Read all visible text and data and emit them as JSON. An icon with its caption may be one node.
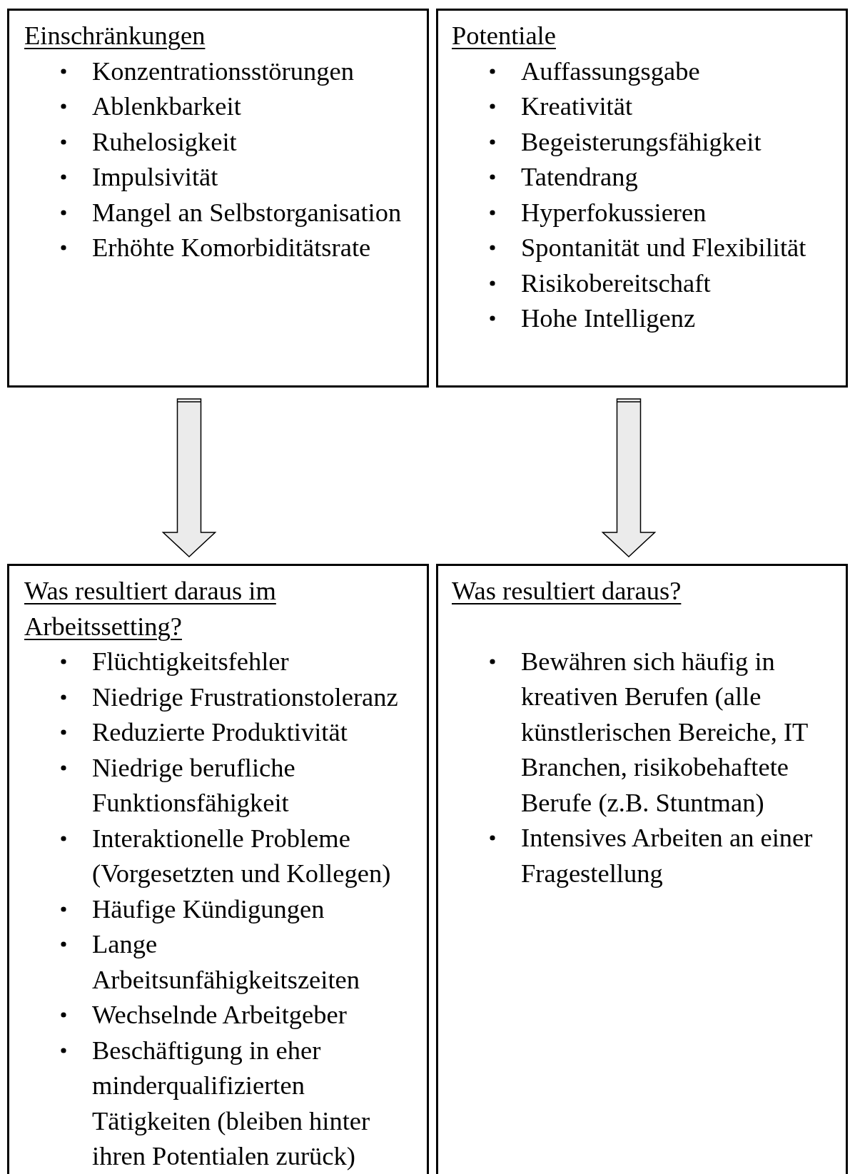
{
  "diagram": {
    "nodes": [
      {
        "text": [
          "Einschränkungen",
          "Konzentrationsstörungen",
          "Ablenkbarkeit",
          "Ruhelosigkeit",
          "Impulsivität",
          "Mangel an Selbstorganisation",
          "Erhöhte Komorbiditätsrate"
        ]
      },
      {
        "text": [
          "Potentiale",
          "Auffassungsgabe",
          "Kreativität",
          "Begeisterungsfähigkeit",
          "Tatendrang",
          "Hyperfokussieren",
          "Spontanität und Flexibilität",
          "Risikobereitschaft",
          "Hohe Intelligenz"
        ]
      },
      {
        "text": [
          "Was resultiert daraus im Arbeitssetting?",
          "Flüchtigkeitsfehler",
          "Niedrige Frustrationstoleranz",
          "Reduzierte Produktivität",
          "Niedrige berufliche Funktionsfähigkeit",
          "Interaktionelle Probleme (Vorgesetzten und Kollegen)",
          "Häufige Kündigungen",
          "Lange Arbeitsunfähigkeitszeiten",
          "Wechselnde Arbeitgeber",
          "Beschäftigung in eher minderqualifizierten Tätigkeiten (bleiben hinter ihren Potentialen zurück)"
        ]
      },
      {
        "text": [
          "Was resultiert daraus?",
          "Bewähren sich häufig in kreativen Berufen (alle künstlerischen Bereiche, IT Branchen, risikobehaftete Berufe (z.B. Stuntman)",
          "Intensives Arbeiten an einer Fragestellung"
        ]
      }
    ],
    "edges": [
      {
        "from": 0,
        "to": 2,
        "arrow": "to"
      },
      {
        "from": 1,
        "to": 3,
        "arrow": "to"
      }
    ]
  }
}
